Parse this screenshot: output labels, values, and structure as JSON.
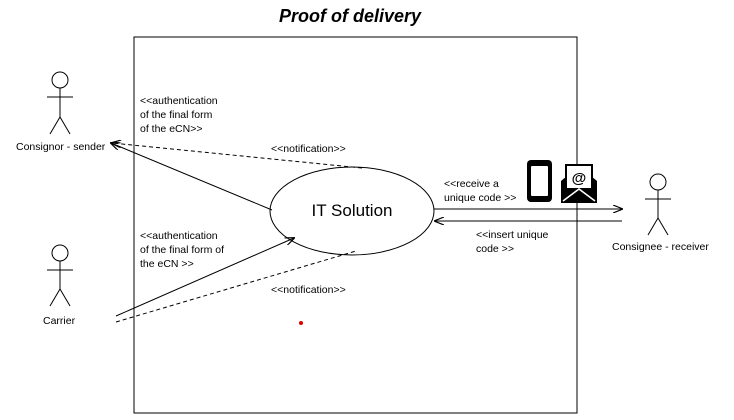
{
  "title": "Proof of delivery",
  "system": {
    "label": "IT Solution"
  },
  "actors": {
    "consignor": "Consignor - sender",
    "carrier": "Carrier",
    "consignee": "Consignee - receiver"
  },
  "annotations": {
    "auth_consignor": [
      "<<authentication",
      "of the final form",
      "of the eCN>>"
    ],
    "auth_carrier": [
      "<<authentication",
      "of the final form of",
      "the eCN >>"
    ],
    "notification_top": "<<notification>>",
    "notification_bottom": "<<notification>>",
    "receive_code": [
      "<<receive a",
      "unique code >>"
    ],
    "insert_code": [
      "<<insert unique",
      "code >>"
    ]
  },
  "icons": [
    "mobile-phone-icon",
    "email-icon"
  ],
  "colors": {
    "line": "#000000",
    "dot": "#e00000"
  }
}
